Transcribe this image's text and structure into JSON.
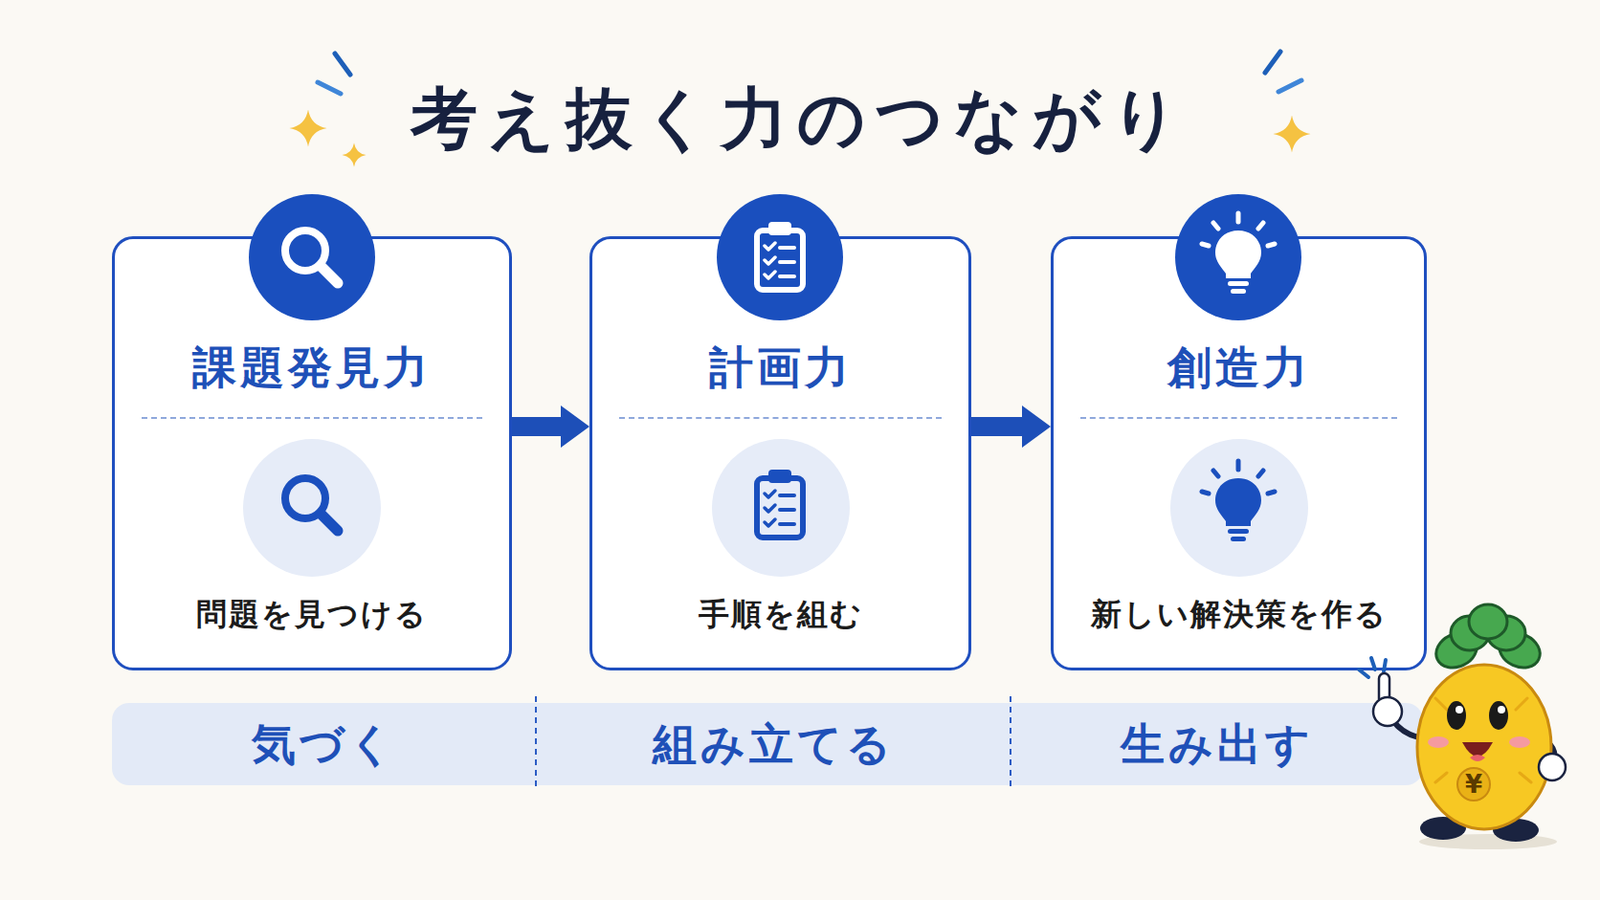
{
  "diagram": {
    "title": "考え抜く力のつながり",
    "nodes": [
      {
        "text": [
          "課題発見力",
          "問題を見つける"
        ]
      },
      {
        "text": [
          "計画力",
          "手順を組む"
        ]
      },
      {
        "text": [
          "創造力",
          "新しい解決策を作る"
        ]
      },
      {
        "text": [
          "気づく",
          "組み立てる",
          "生み出す"
        ]
      }
    ],
    "edges": [
      {
        "from": 0,
        "to": 1,
        "arrow": "to"
      },
      {
        "from": 1,
        "to": 2,
        "arrow": "to"
      }
    ],
    "labels": [
      "¥"
    ]
  }
}
